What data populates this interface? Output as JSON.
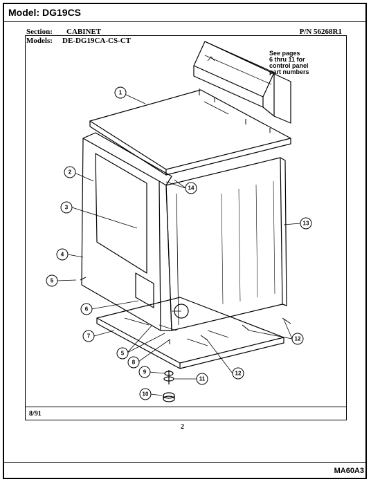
{
  "header": {
    "model_title": "Model:  DG19CS",
    "code": "MA60A3"
  },
  "section": {
    "label": "Section:",
    "value": "CABINET",
    "part_number": "P/N 56268R1"
  },
  "models": {
    "label": "Models:",
    "value": "DE-DG19CA-CS-CT"
  },
  "note_lines": [
    "See pages",
    "6 thru 11 for",
    "control panel",
    "part numbers"
  ],
  "date_code": "8/91",
  "page_number": "2",
  "callouts": [
    "1",
    "2",
    "3",
    "4",
    "5",
    "6",
    "7",
    "5",
    "8",
    "9",
    "10",
    "11",
    "12",
    "12",
    "13",
    "14"
  ]
}
